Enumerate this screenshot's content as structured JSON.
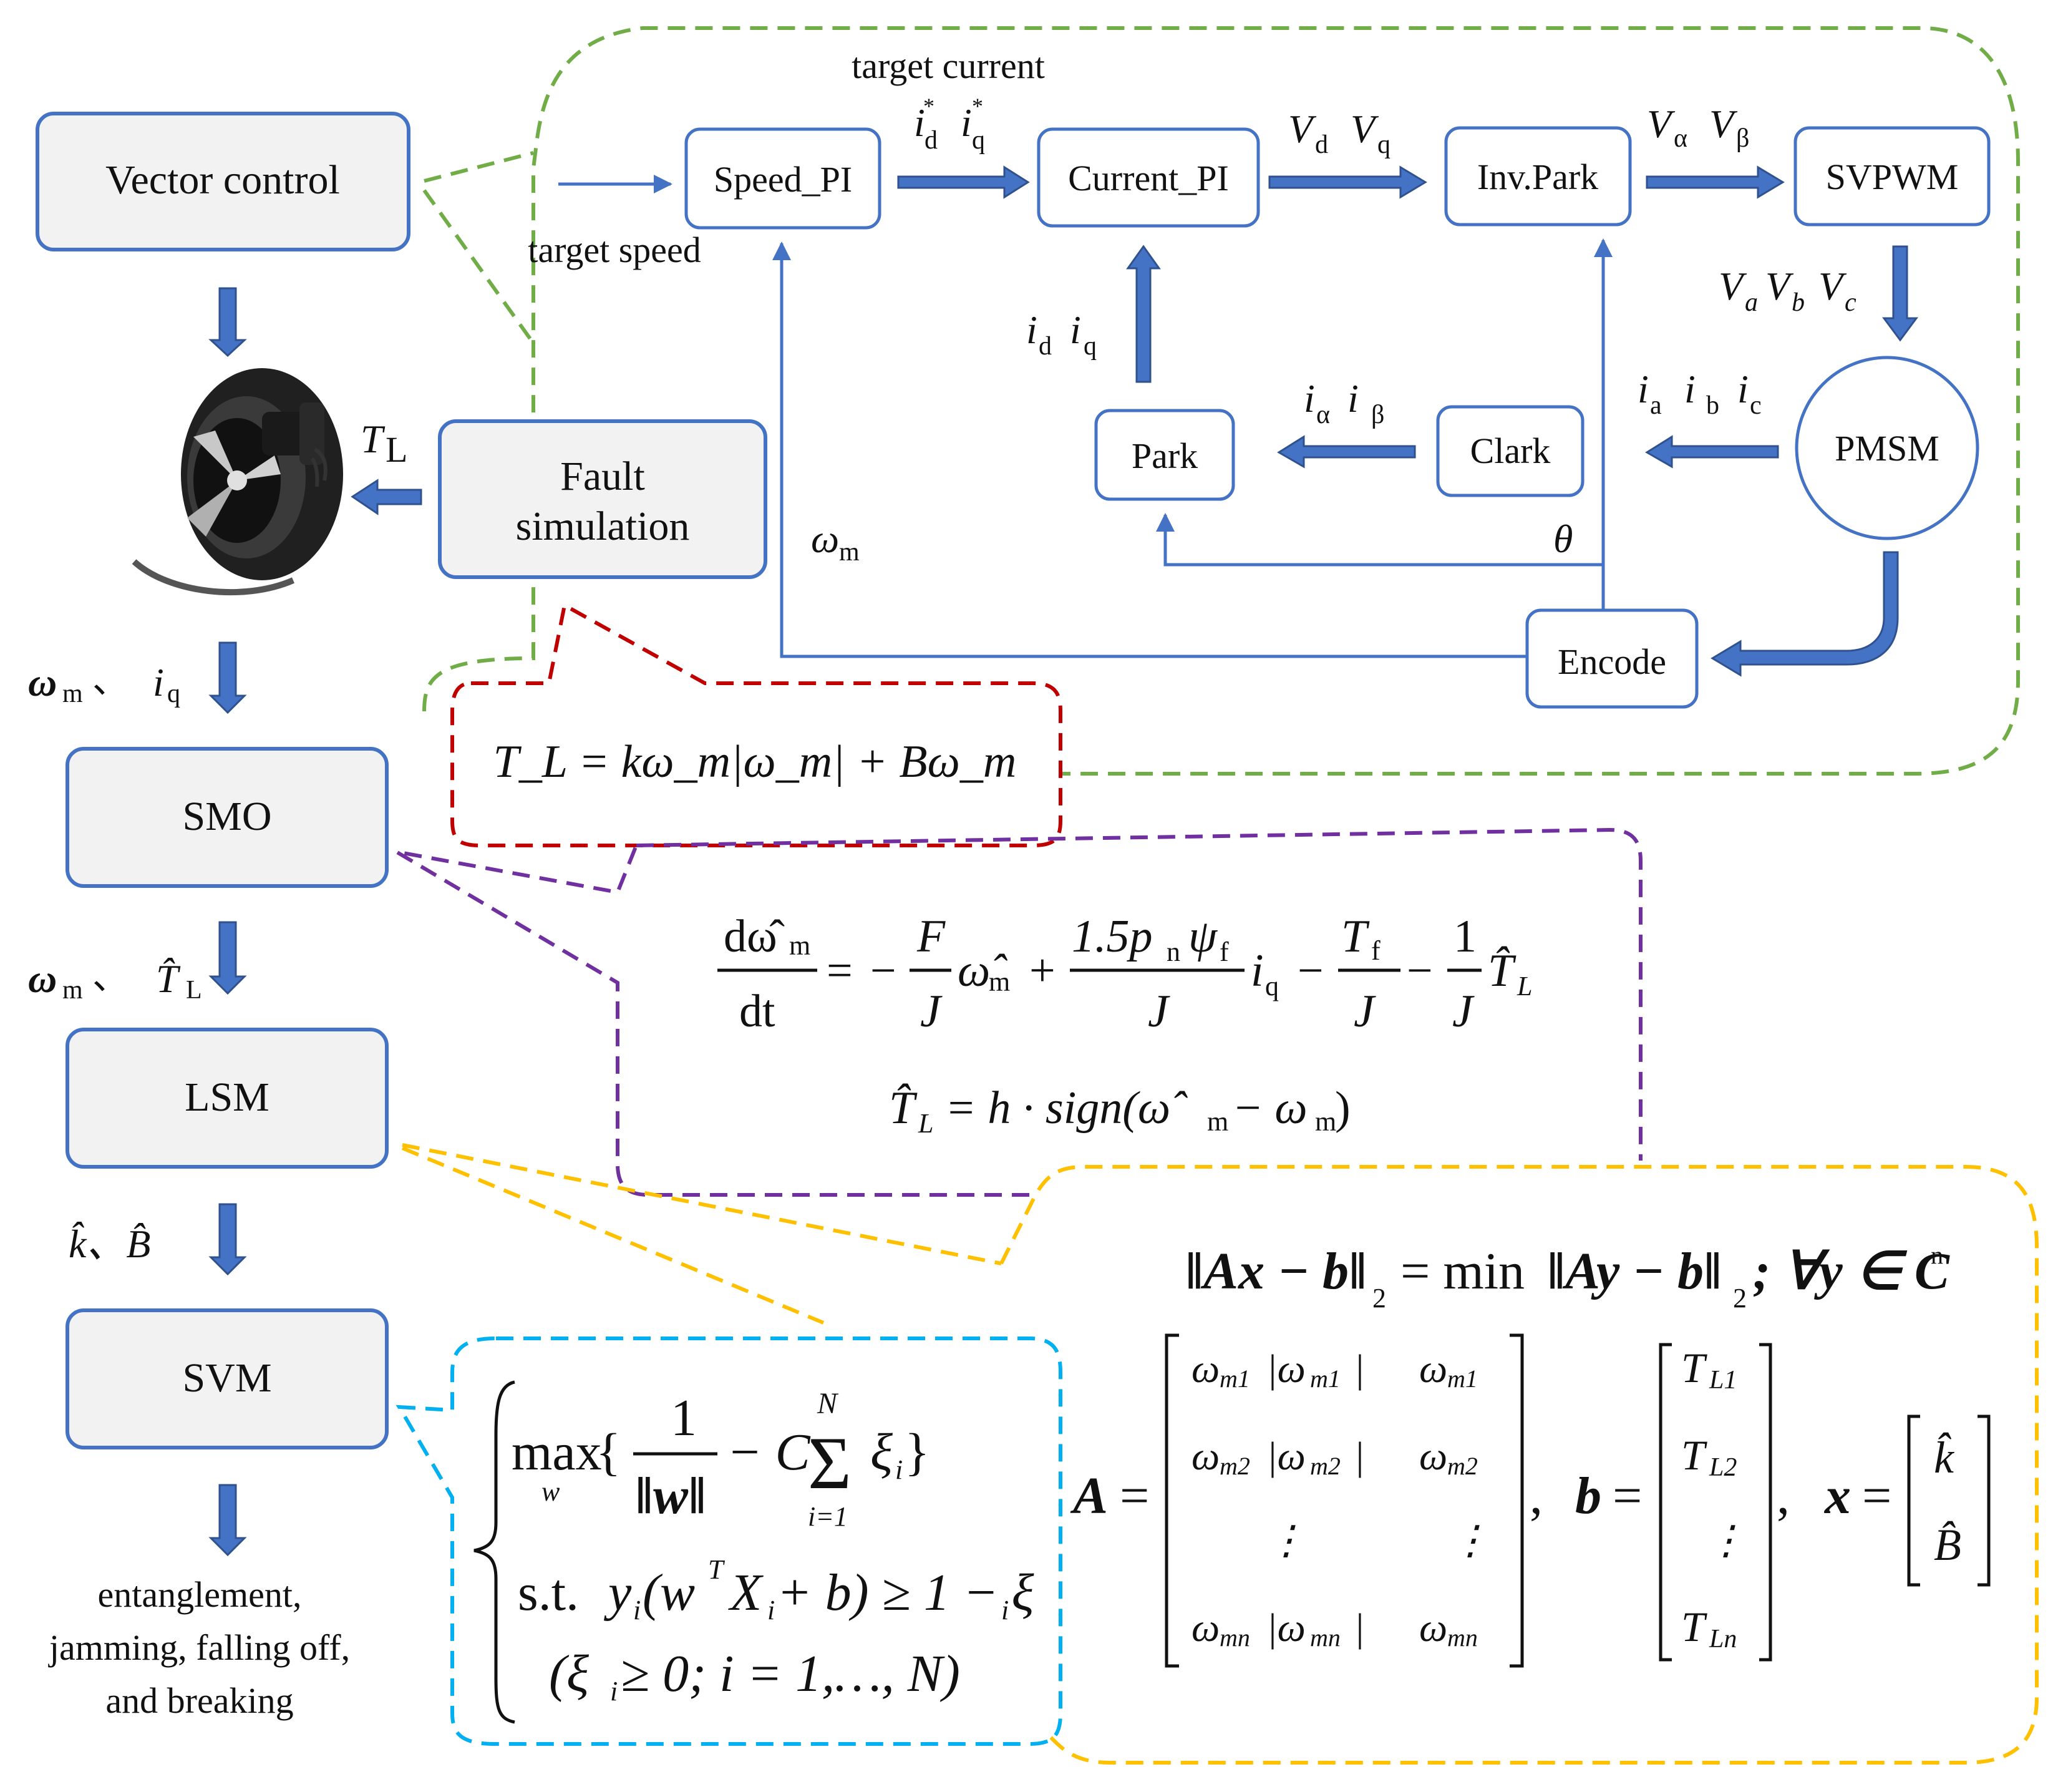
{
  "colors": {
    "blue": "#4472c4",
    "arrow_fill": "#4472c4",
    "arrow_stroke": "#2f528f",
    "callout_green": "#70ad47",
    "callout_red": "#c00000",
    "callout_purple": "#7030a0",
    "callout_orange": "#ffc000",
    "callout_cyan": "#00b0f0",
    "box_fill": "#f2f2f2"
  },
  "left": {
    "vector_control": "Vector control",
    "fault_simulation_line1": "Fault",
    "fault_simulation_line2": "simulation",
    "smo": "SMO",
    "lsm": "LSM",
    "svm": "SVM",
    "tl_label": "T",
    "tl_sub": "L",
    "smo_in_a": "ω",
    "smo_in_a_sub": "m",
    "smo_in_sep": "、",
    "smo_in_b": "i",
    "smo_in_b_sub": "q",
    "lsm_in_a": "ω",
    "lsm_in_a_sub": "m",
    "lsm_in_sep": "、",
    "lsm_in_b": "T̂",
    "lsm_in_b_sub": "L",
    "svm_in": "k̂、B̂",
    "outcome_line1": "entanglement,",
    "outcome_line2": "jamming, falling off,",
    "outcome_line3": "and breaking",
    "thruster_icon": "thruster-motor-photo"
  },
  "control_loop": {
    "target_current": "target current",
    "target_speed": "target speed",
    "speed_pi": "Speed_PI",
    "current_pi": "Current_PI",
    "inv_park": "Inv.Park",
    "svpwm": "SVPWM",
    "pmsm": "PMSM",
    "park": "Park",
    "clark": "Clark",
    "encode": "Encode",
    "sig_id_star": "i",
    "sig_id_star_sub": "d",
    "sig_iq_star": "i",
    "sig_iq_star_sub": "q",
    "star": "*",
    "sig_vd": "V",
    "sig_vd_sub": "d",
    "sig_vq": "V",
    "sig_vq_sub": "q",
    "sig_valpha": "V",
    "sig_valpha_sub": "α",
    "sig_vbeta": "V",
    "sig_vbeta_sub": "β",
    "sig_vabc": "V",
    "sig_va_sub": "a",
    "sig_vb_sub": "b",
    "sig_vc_sub": "c",
    "sig_idq_d": "i",
    "sig_idq_d_sub": "d",
    "sig_idq_q": "i",
    "sig_idq_q_sub": "q",
    "sig_ialpha": "i",
    "sig_ialpha_sub": "α",
    "sig_ibeta": "i",
    "sig_ibeta_sub": "β",
    "sig_ia": "i",
    "sig_ia_sub": "a",
    "sig_ib": "i",
    "sig_ib_sub": "b",
    "sig_ic": "i",
    "sig_ic_sub": "c",
    "sig_theta": "θ",
    "sig_omega": "ω",
    "sig_omega_sub": "m"
  },
  "equations": {
    "load_model": "T_L = kω_m|ω_m| + Bω_m",
    "smo_lhs_num": "dω̂",
    "smo_lhs_num_sub": "m",
    "smo_lhs_den": "dt",
    "smo_eq": "=",
    "smo_minus": "−",
    "smo_F": "F",
    "smo_J": "J",
    "smo_omega_hat": "ω̂",
    "smo_omega_hat_sub": "m",
    "smo_plus": "+",
    "smo_coef_num": "1.5p",
    "smo_coef_num_sub1": "n",
    "smo_coef_psi": "ψ",
    "smo_coef_psi_sub": "f",
    "smo_iq": "i",
    "smo_iq_sub": "q",
    "smo_Tf": "T",
    "smo_Tf_sub": "f",
    "smo_one": "1",
    "smo_TL": "T̂",
    "smo_TL_sub": "L",
    "smo_line2_lhs": "T̂",
    "smo_line2_lhs_sub": "L",
    "smo_line2_rhs": "= h · sign(ω̂",
    "smo_line2_rhs_sub": "m",
    "smo_line2_tail": " − ω",
    "smo_line2_tail_sub": "m",
    "smo_line2_close": ")",
    "lsm_norm": "‖Ax − b‖",
    "lsm_norm_sub": "2",
    "lsm_eq": "= min",
    "lsm_norm2": "‖Ay − b‖",
    "lsm_norm2_sub": "2",
    "lsm_tail": "; ∀y ∈ C",
    "lsm_tail_sup": "n",
    "A_label": "A",
    "b_label": "b",
    "x_label": "x",
    "A_rows": [
      [
        "ω",
        "m1",
        "|ω",
        "m1",
        "|",
        "ω",
        "m1"
      ],
      [
        "ω",
        "m2",
        "|ω",
        "m2",
        "|",
        "ω",
        "m2"
      ],
      [
        "⋮",
        "",
        "",
        "",
        "",
        "⋮",
        ""
      ],
      [
        "ω",
        "mn",
        "|ω",
        "mn",
        "|",
        "ω",
        "mn"
      ]
    ],
    "b_rows": [
      [
        "T",
        "L1"
      ],
      [
        "T",
        "L2"
      ],
      [
        "⋮",
        ""
      ],
      [
        "T",
        "Ln"
      ]
    ],
    "x_rows": [
      "k̂",
      "B̂"
    ],
    "svm_max": "max",
    "svm_max_sub": "w",
    "svm_brace_open": "{",
    "svm_frac_num": "1",
    "svm_frac_den": "‖w‖",
    "svm_minus_C": "− C",
    "svm_sigma": "Σ",
    "svm_sigma_top": "N",
    "svm_sigma_bot": "i=1",
    "svm_xi": "ξ",
    "svm_xi_sub": "i",
    "svm_brace_close": "}",
    "svm_st": "s.t.",
    "svm_constraint": "y",
    "svm_constraint_sub": "i",
    "svm_constraint_mid": "(w",
    "svm_constraint_sup": "T",
    "svm_constraint_X": "X",
    "svm_constraint_X_sub": "i",
    "svm_constraint_tail": " + b) ≥ 1 − ξ",
    "svm_constraint_tail_sub": "i",
    "svm_bounds": "(ξ",
    "svm_bounds_sub": "i",
    "svm_bounds_tail": " ≥ 0; i = 1,…, N)"
  }
}
